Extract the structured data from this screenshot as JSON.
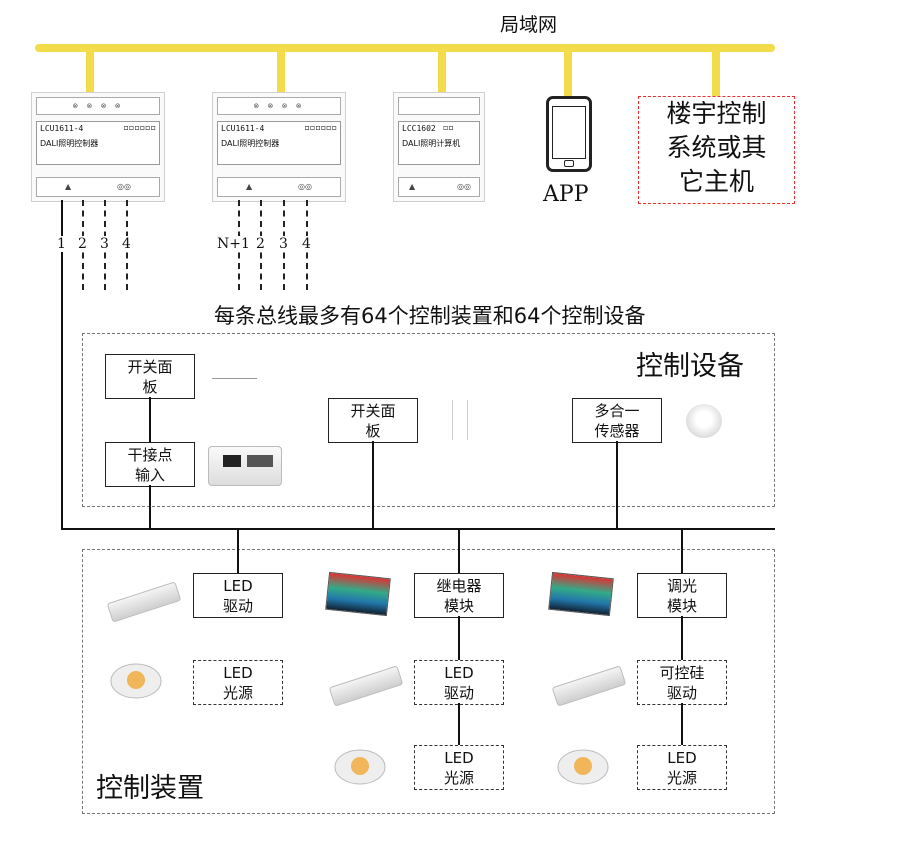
{
  "lan": {
    "label": "局域网",
    "color": "#f2dc4a"
  },
  "controllers": [
    {
      "top_label": "⊗ ⊗ ⊗ ⊗",
      "model": "LCU1611-4",
      "pins": "▫▫▫▫▫▫",
      "name": "DALI照明控制器",
      "bottom_left": "▲",
      "bottom_right": "◎◎"
    },
    {
      "top_label": "⊗ ⊗ ⊗ ⊗",
      "model": "LCU1611-4",
      "pins": "▫▫▫▫▫▫",
      "name": "DALI照明控制器",
      "bottom_left": "▲",
      "bottom_right": "◎◎"
    },
    {
      "top_label": "",
      "model": "LCC1602",
      "pins": "▫▫",
      "name": "DALI照明计算机",
      "bottom_left": "▲",
      "bottom_right": "◎◎"
    }
  ],
  "app_label": "APP",
  "building_system": {
    "line1": "楼宇控制",
    "line2": "系统或其",
    "line3": "它主机",
    "color": "#e03030"
  },
  "terminals_1": [
    "1",
    "2",
    "3",
    "4"
  ],
  "terminals_2": [
    "N+1",
    "2",
    "3",
    "4"
  ],
  "bus_note": "每条总线最多有64个控制装置和64个控制设备",
  "control_devices": {
    "title": "控制设备",
    "switch_panel_1": [
      "开关面",
      "板"
    ],
    "dry_contact": [
      "干接点",
      "输入"
    ],
    "switch_panel_2": [
      "开关面",
      "板"
    ],
    "multi_sensor": [
      "多合一",
      "传感器"
    ]
  },
  "control_gear": {
    "title": "控制装置",
    "led_driver_1": [
      "LED",
      "驱动"
    ],
    "relay_module": [
      "继电器",
      "模块"
    ],
    "dimming_module": [
      "调光",
      "模块"
    ],
    "led_source_1": [
      "LED",
      "光源"
    ],
    "led_driver_2": [
      "LED",
      "驱动"
    ],
    "scr_driver": [
      "可控硅",
      "驱动"
    ],
    "led_source_2": [
      "LED",
      "光源"
    ],
    "led_source_3": [
      "LED",
      "光源"
    ]
  }
}
